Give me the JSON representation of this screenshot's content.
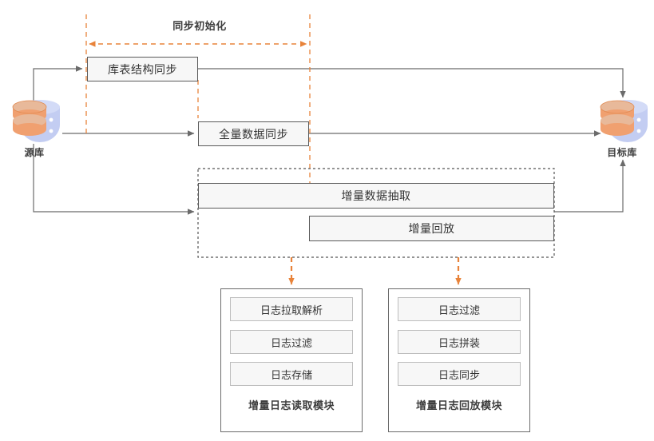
{
  "diagram": {
    "title_phase": "同步初始化",
    "source_db": {
      "label": "源库",
      "icon": "database-icon"
    },
    "target_db": {
      "label": "目标库",
      "icon": "database-icon"
    },
    "stages": [
      {
        "id": "schema-sync",
        "label": "库表结构同步"
      },
      {
        "id": "full-data-sync",
        "label": "全量数据同步"
      },
      {
        "id": "incremental-extract",
        "label": "增量数据抽取"
      },
      {
        "id": "incremental-replay",
        "label": "增量回放"
      }
    ],
    "modules": [
      {
        "id": "log-read-module",
        "caption": "增量日志读取模块",
        "items": [
          "日志拉取解析",
          "日志过滤",
          "日志存储"
        ]
      },
      {
        "id": "log-replay-module",
        "caption": "增量日志回放模块",
        "items": [
          "日志过滤",
          "日志拼装",
          "日志同步"
        ]
      }
    ],
    "colors": {
      "accent_orange": "#e8833a",
      "box_fill": "#f7f7f7",
      "box_border": "#5a5a5a",
      "line_gray": "#6b6b6b",
      "text_dark": "#333333",
      "db_body": "#f0a070",
      "db_disc": "#e8b99a",
      "db_back": "#c3cdf2"
    }
  }
}
